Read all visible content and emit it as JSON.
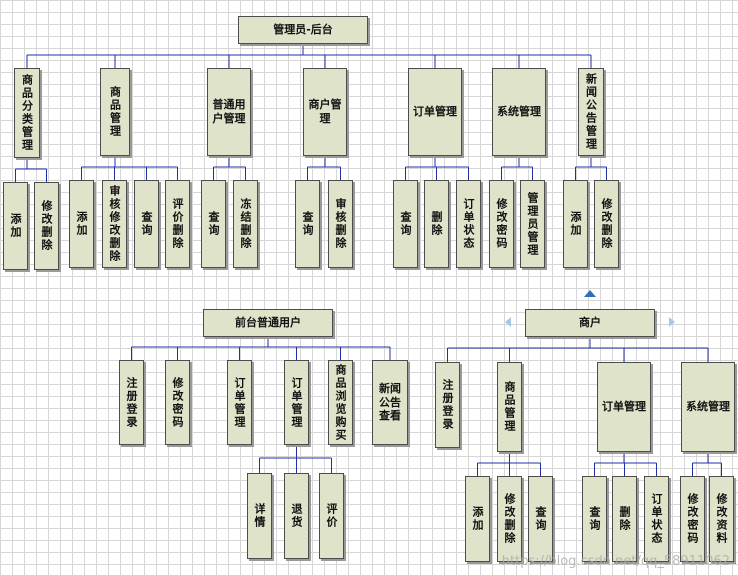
{
  "diagram": {
    "nodes": [
      {
        "id": "admin",
        "label": "管理员-后台",
        "parent": null
      },
      {
        "id": "a1",
        "label": "商品分类管理",
        "parent": "admin"
      },
      {
        "id": "a2",
        "label": "商品管理",
        "parent": "admin"
      },
      {
        "id": "a3",
        "label": "普通用户管理",
        "parent": "admin"
      },
      {
        "id": "a4",
        "label": "商户管理",
        "parent": "admin"
      },
      {
        "id": "a5",
        "label": "订单管理",
        "parent": "admin"
      },
      {
        "id": "a6",
        "label": "系统管理",
        "parent": "admin"
      },
      {
        "id": "a7",
        "label": "新闻公告管理",
        "parent": "admin"
      },
      {
        "id": "a1c1",
        "label": "添加",
        "parent": "a1"
      },
      {
        "id": "a1c2",
        "label": "修改删除",
        "parent": "a1"
      },
      {
        "id": "a2c1",
        "label": "添加",
        "parent": "a2"
      },
      {
        "id": "a2c2",
        "label": "审核修改删除",
        "parent": "a2"
      },
      {
        "id": "a2c3",
        "label": "查询",
        "parent": "a2"
      },
      {
        "id": "a2c4",
        "label": "评价删除",
        "parent": "a2"
      },
      {
        "id": "a3c1",
        "label": "查询",
        "parent": "a3"
      },
      {
        "id": "a3c2",
        "label": "冻结删除",
        "parent": "a3"
      },
      {
        "id": "a4c1",
        "label": "查询",
        "parent": "a4"
      },
      {
        "id": "a4c2",
        "label": "审核删除",
        "parent": "a4"
      },
      {
        "id": "a5c1",
        "label": "查询",
        "parent": "a5"
      },
      {
        "id": "a5c2",
        "label": "删除",
        "parent": "a5"
      },
      {
        "id": "a5c3",
        "label": "订单状态",
        "parent": "a5"
      },
      {
        "id": "a6c1",
        "label": "修改密码",
        "parent": "a6"
      },
      {
        "id": "a6c2",
        "label": "管理员管理",
        "parent": "a6"
      },
      {
        "id": "a7c1",
        "label": "添加",
        "parent": "a7"
      },
      {
        "id": "a7c2",
        "label": "修改删除",
        "parent": "a7"
      },
      {
        "id": "user",
        "label": "前台普通用户",
        "parent": null
      },
      {
        "id": "u1",
        "label": "注册登录",
        "parent": "user"
      },
      {
        "id": "u2",
        "label": "修改密码",
        "parent": "user"
      },
      {
        "id": "u3",
        "label": "订单管理",
        "parent": "user"
      },
      {
        "id": "u4",
        "label": "订单管理",
        "parent": "user"
      },
      {
        "id": "u5",
        "label": "商品浏览购买",
        "parent": "user"
      },
      {
        "id": "u6",
        "label": "新闻公告查看",
        "parent": "user"
      },
      {
        "id": "u4c1",
        "label": "详情",
        "parent": "u4"
      },
      {
        "id": "u4c2",
        "label": "退货",
        "parent": "u4"
      },
      {
        "id": "u4c3",
        "label": "评价",
        "parent": "u4"
      },
      {
        "id": "merchant",
        "label": "商户",
        "parent": null
      },
      {
        "id": "m1",
        "label": "注册登录",
        "parent": "merchant"
      },
      {
        "id": "m2",
        "label": "商品管理",
        "parent": "merchant"
      },
      {
        "id": "m3",
        "label": "订单管理",
        "parent": "merchant"
      },
      {
        "id": "m4",
        "label": "系统管理",
        "parent": "merchant"
      },
      {
        "id": "m2c1",
        "label": "添加",
        "parent": "m2"
      },
      {
        "id": "m2c2",
        "label": "修改删除",
        "parent": "m2"
      },
      {
        "id": "m2c3",
        "label": "查询",
        "parent": "m2"
      },
      {
        "id": "m3c1",
        "label": "查询",
        "parent": "m3"
      },
      {
        "id": "m3c2",
        "label": "删除",
        "parent": "m3"
      },
      {
        "id": "m3c3",
        "label": "订单状态",
        "parent": "m3"
      },
      {
        "id": "m4c1",
        "label": "修改密码",
        "parent": "m4"
      },
      {
        "id": "m4c2",
        "label": "修改资料",
        "parent": "m4"
      }
    ]
  },
  "colors": {
    "box_fill": "#dfe3c9",
    "box_border": "#4d4d4d",
    "connector": "#1f2fa8",
    "grid": "#d6d6d6",
    "handle_arrow": "#2f6fb8"
  },
  "watermark": "https://blog.csdn.net/qq_58911062"
}
